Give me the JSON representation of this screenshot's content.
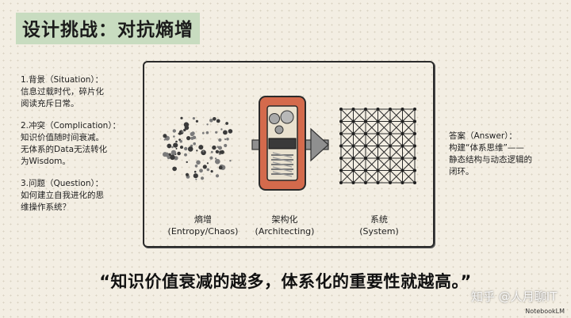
{
  "title": "设计挑战：对抗熵增",
  "left": {
    "situation": {
      "heading": "1.背景（Situation）：",
      "lines": [
        "信息过载时代，碎片化",
        "阅读充斥日常。"
      ]
    },
    "complication": {
      "heading": "2.冲突（Complication）：",
      "lines": [
        "知识价值随时间衰减。",
        "无体系的Data无法转化",
        "为Wisdom。"
      ]
    },
    "question": {
      "heading": "3.问题（Question）：",
      "lines": [
        "如何建立自我进化的思",
        "维操作系统？"
      ]
    }
  },
  "answer": {
    "heading": "答案（Answer）：",
    "lines": [
      "构建“体系思维”——",
      "静态结构与动态逻辑的",
      "闭环。"
    ]
  },
  "stages": [
    {
      "name": "熵增",
      "sub": "(Entropy/Chaos)"
    },
    {
      "name": "架构化",
      "sub": "(Architecting)"
    },
    {
      "name": "系统",
      "sub": "(System)"
    }
  ],
  "quote": "“知识价值衰减的越多，体系化的重要性就越高。”",
  "watermark": "知乎 @人月聊IT",
  "brand": "NotebookLM",
  "colors": {
    "title_highlight": "#c8dcc0",
    "machine": "#d46a4c",
    "background": "#f3eee3"
  }
}
